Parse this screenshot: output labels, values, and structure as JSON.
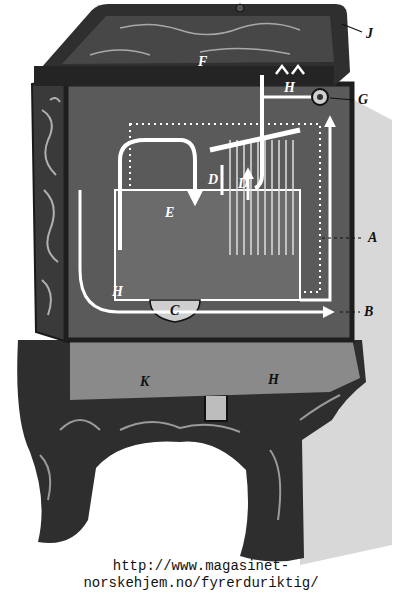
{
  "diagram": {
    "caption": "http://www.magasinet-norskehjem.no/fyrerduriktig/",
    "labels": [
      "J",
      "F",
      "H",
      "G",
      "D",
      "D",
      "A",
      "E",
      "C",
      "B",
      "H",
      "K",
      "H"
    ]
  }
}
